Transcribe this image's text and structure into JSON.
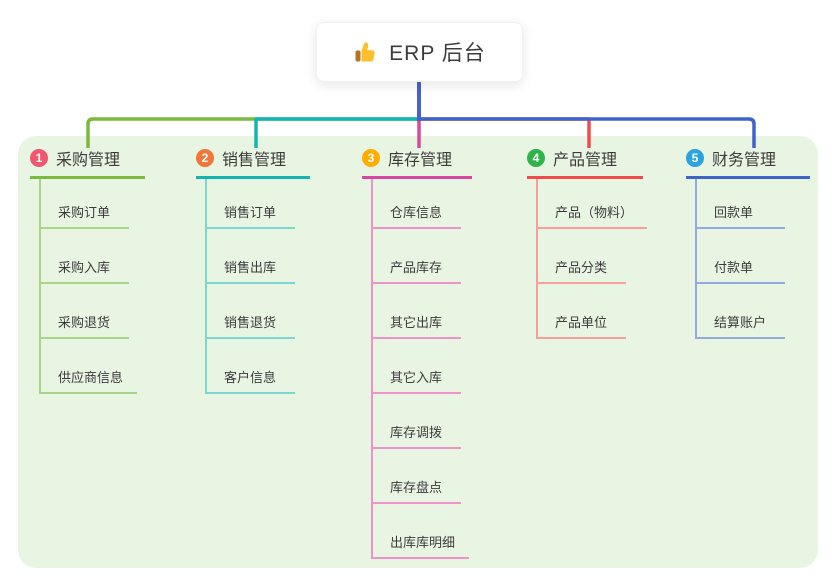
{
  "root": {
    "title": "ERP 后台",
    "icon": "thumbs-up-icon"
  },
  "colors": {
    "root_connector": "#4a60d2",
    "panel_bg": "#e9f5e3",
    "text": "#3b3b3b"
  },
  "branches": [
    {
      "badge": "1",
      "label": "采购管理",
      "badge_color": "#f2566e",
      "line_color": "#7cb93e",
      "light_color": "#a9d584",
      "items": [
        "采购订单",
        "采购入库",
        "采购退货",
        "供应商信息"
      ]
    },
    {
      "badge": "2",
      "label": "销售管理",
      "badge_color": "#f0763a",
      "line_color": "#13b5b1",
      "light_color": "#7fd6d0",
      "items": [
        "销售订单",
        "销售出库",
        "销售退货",
        "客户信息"
      ]
    },
    {
      "badge": "3",
      "label": "库存管理",
      "badge_color": "#ffae00",
      "line_color": "#d8479e",
      "light_color": "#ef92c9",
      "items": [
        "仓库信息",
        "产品库存",
        "其它出库",
        "其它入库",
        "库存调拨",
        "库存盘点",
        "出库库明细"
      ]
    },
    {
      "badge": "4",
      "label": "产品管理",
      "badge_color": "#2fb44b",
      "line_color": "#f04b4b",
      "light_color": "#f7a09b",
      "items": [
        "产品（物料）",
        "产品分类",
        "产品单位"
      ]
    },
    {
      "badge": "5",
      "label": "财务管理",
      "badge_color": "#2ba3df",
      "line_color": "#3e63cb",
      "light_color": "#93a9df",
      "items": [
        "回款单",
        "付款单",
        "结算账户"
      ]
    }
  ]
}
